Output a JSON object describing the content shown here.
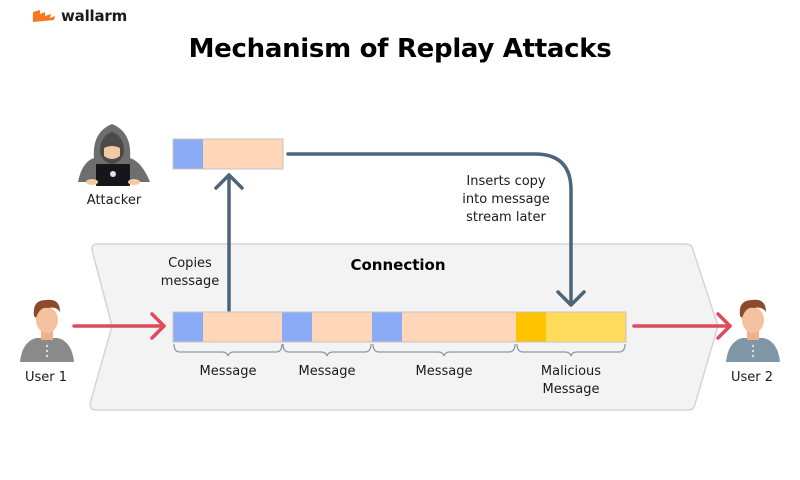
{
  "brand": {
    "name": "wallarm",
    "logo_icon": "wallarm-flag-icon",
    "accent": "#F7761F"
  },
  "title": "Mechanism of Replay Attacks",
  "actors": {
    "attacker": {
      "label": "Attacker",
      "icon": "hooded-hacker-laptop-icon"
    },
    "user1": {
      "label": "User 1",
      "icon": "user-avatar-icon"
    },
    "user2": {
      "label": "User 2",
      "icon": "user-avatar-icon"
    }
  },
  "connection": {
    "label": "Connection"
  },
  "annotations": {
    "copies": [
      "Copies",
      "message"
    ],
    "inserts": [
      "Inserts copy",
      "into message",
      "stream later"
    ]
  },
  "messages": [
    {
      "label": [
        "Message"
      ],
      "kind": "normal"
    },
    {
      "label": [
        "Message"
      ],
      "kind": "normal"
    },
    {
      "label": [
        "Message"
      ],
      "kind": "normal"
    },
    {
      "label": [
        "Malicious",
        "Message"
      ],
      "kind": "malicious"
    }
  ],
  "colors": {
    "header_normal": "#8AABF5",
    "body_normal": "#FFD6B8",
    "header_malicious": "#FFC300",
    "body_malicious": "#FFDB5C",
    "flow_arrow": "#E04A5F",
    "replay_arrow": "#4E6478",
    "connection_fill": "#F3F3F3",
    "connection_stroke": "#D4D4D4"
  }
}
